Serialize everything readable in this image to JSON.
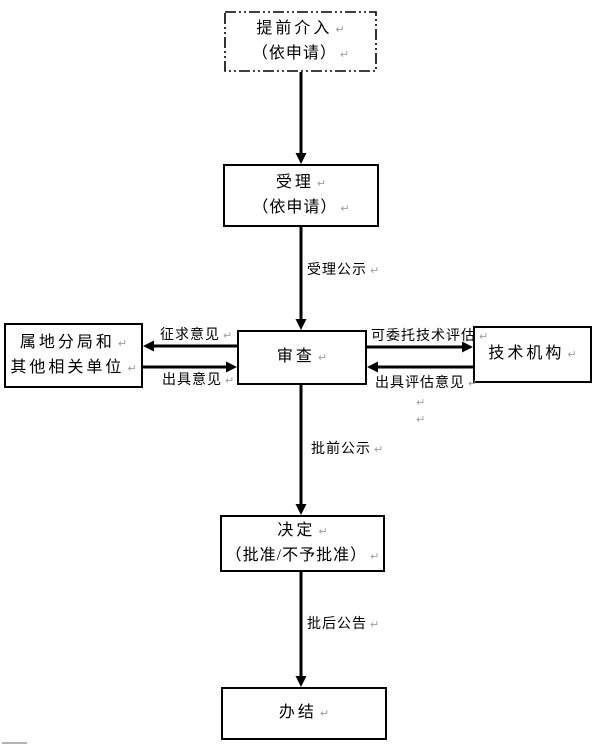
{
  "page": {
    "background": "#ffffff",
    "line_color": "#000000",
    "text_color": "#000000",
    "pilcrow_color": "#9e9e9e"
  },
  "flowchart": {
    "pilcrow": "↵",
    "nodes": {
      "early_intervention": {
        "lines": [
          "提前介入",
          "（依申请）"
        ]
      },
      "acceptance": {
        "lines": [
          "受理",
          "（依申请）"
        ]
      },
      "review": {
        "lines": [
          "审查"
        ]
      },
      "local_bureau": {
        "lines": [
          "属地分局和",
          "其他相关单位"
        ]
      },
      "technical_institution": {
        "lines": [
          "技术机构"
        ]
      },
      "decision": {
        "lines": [
          "决定",
          "（批准/不予批准）"
        ]
      },
      "completion": {
        "lines": [
          "办结"
        ]
      }
    },
    "edge_labels": {
      "acceptance_publicity": "受理公示",
      "seek_opinions": "征求意见",
      "issue_opinions": "出具意见",
      "entrust_technical_evaluation": "可委托技术评估",
      "issue_evaluation_opinions": "出具评估意见",
      "pre_approval_publicity": "批前公示",
      "post_approval_announcement": "批后公告"
    }
  }
}
